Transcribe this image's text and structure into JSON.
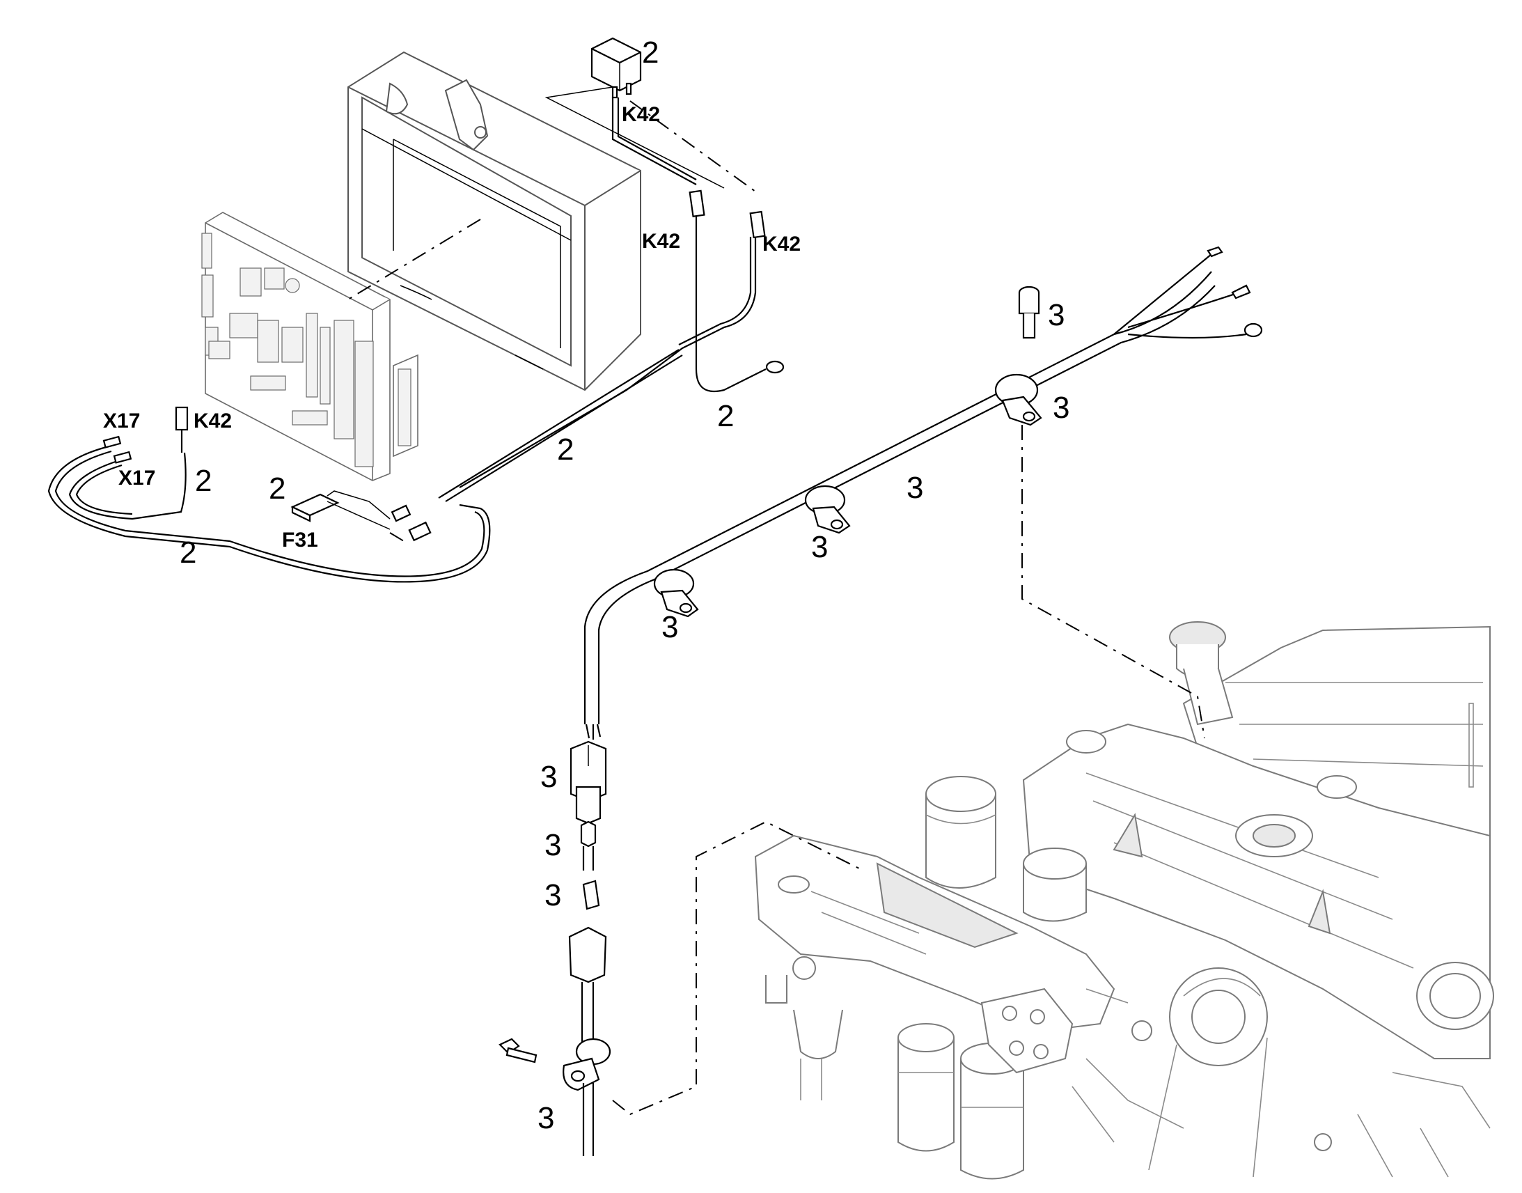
{
  "diagram": {
    "labels": {
      "relay_top": "2",
      "relay_code": "K42",
      "conn_left_code": "K42",
      "conn_right_code": "K42",
      "harness2_a": "2",
      "harness2_b": "2",
      "harness2_c": "2",
      "harness2_d": "2",
      "fuse_item": "2",
      "fuse_code": "F31",
      "x17_top": "X17",
      "x17_bottom": "X17",
      "k42_left": "K42",
      "bolt_top": "3",
      "clamp_top": "3",
      "clamp_mid_upper": "3",
      "clamp_mid_lower": "3",
      "clamp_left": "3",
      "connector_housing": "3",
      "pins": "3",
      "lock_wedge": "3",
      "clamp_bottom": "3"
    }
  }
}
